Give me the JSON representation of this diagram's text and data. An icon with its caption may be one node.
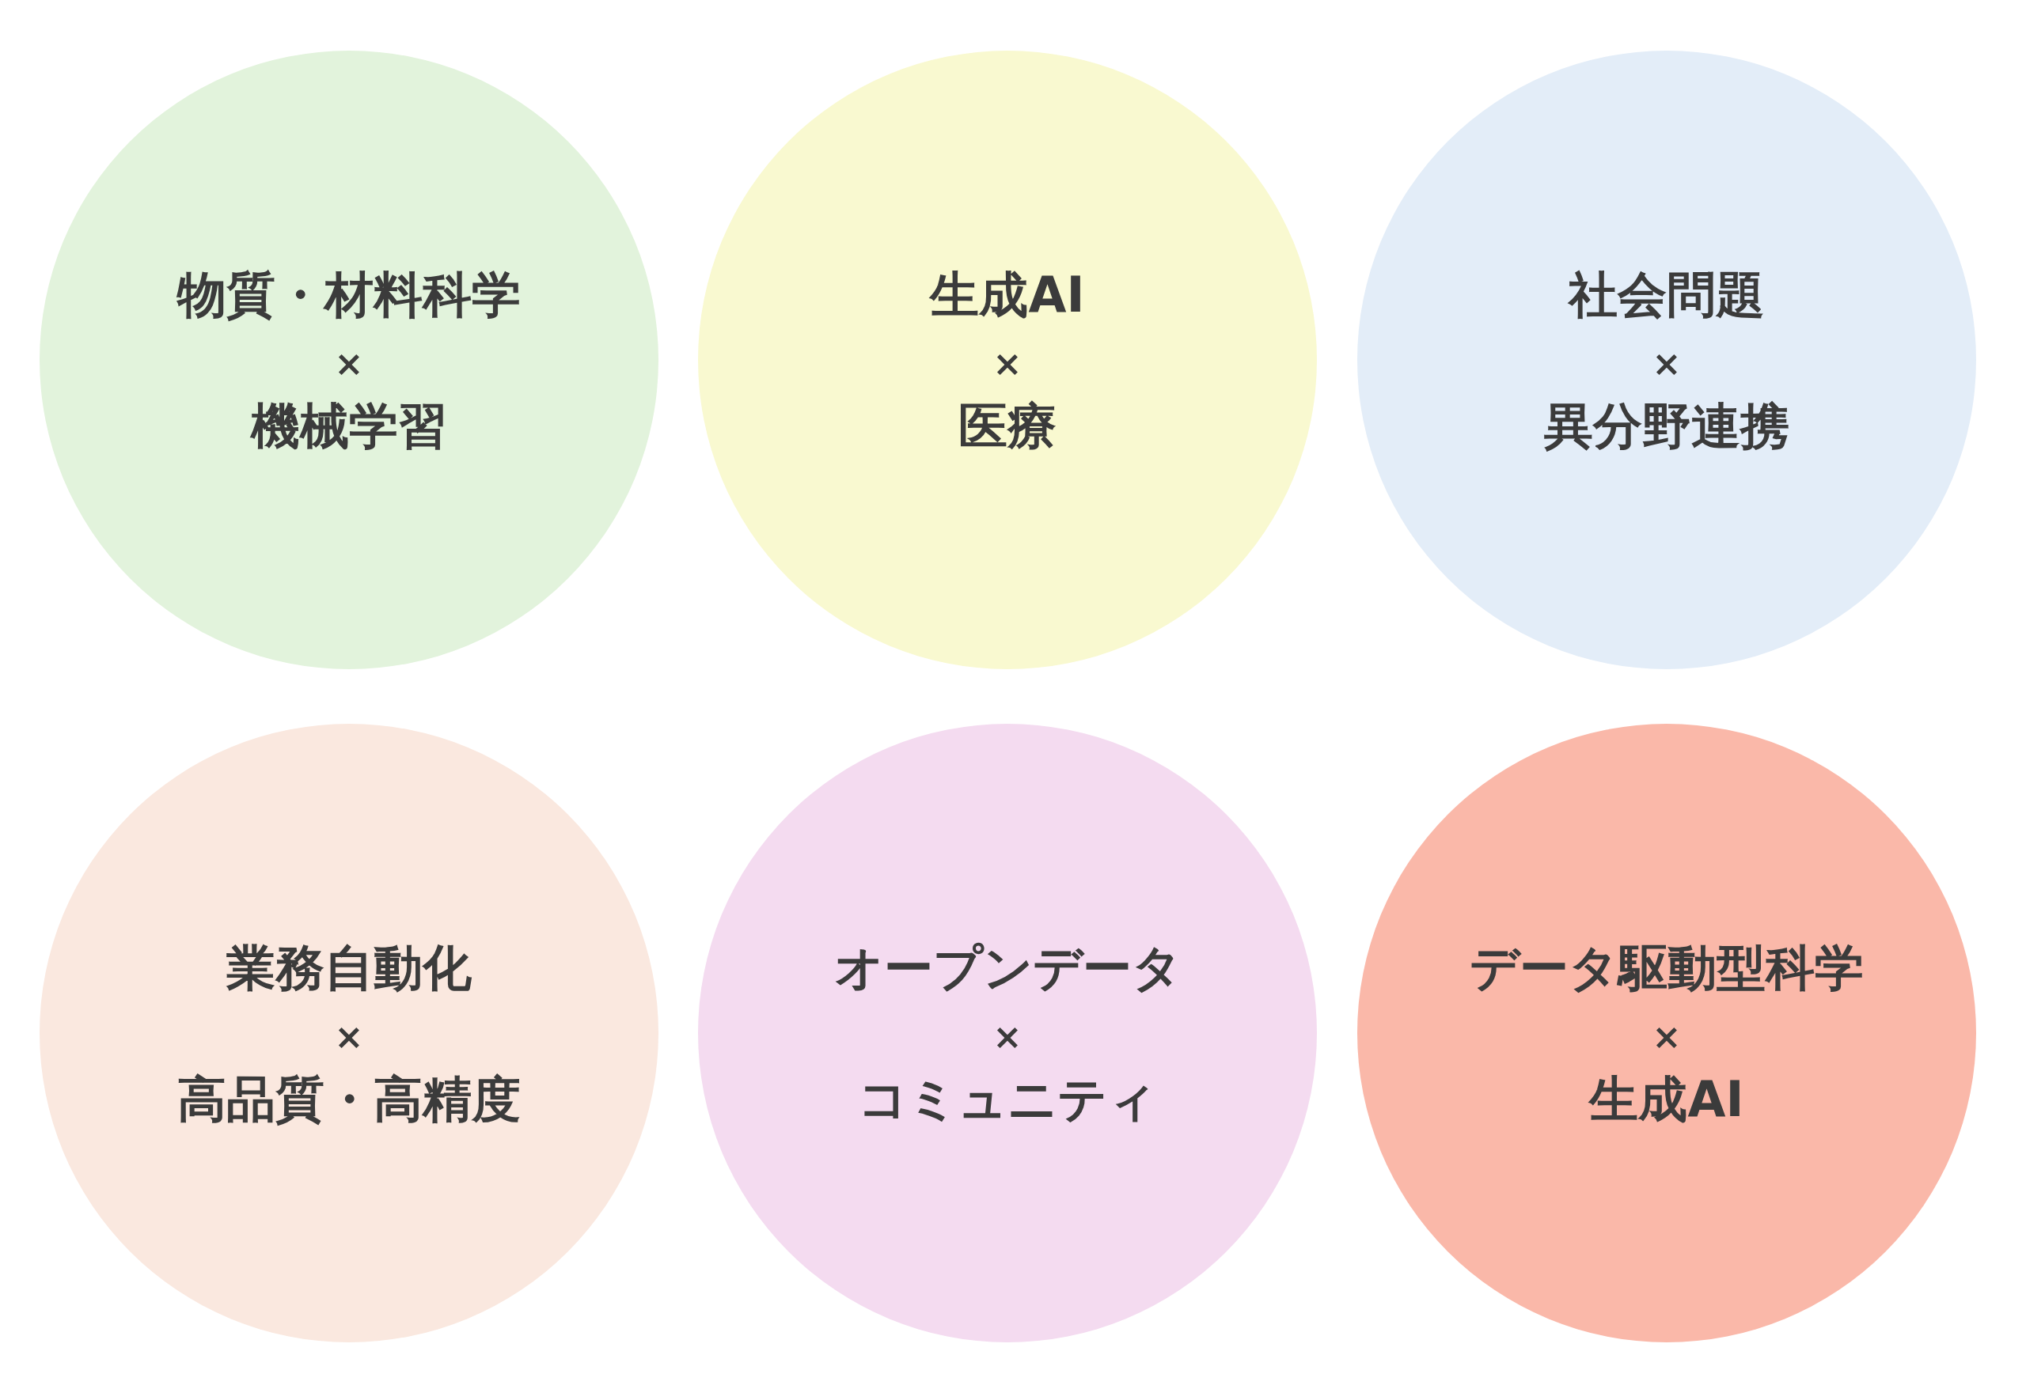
{
  "diagram": {
    "nodes": [
      {
        "text": [
          "物質・材料科学",
          "×",
          "機械学習"
        ]
      },
      {
        "text": [
          "生成AI",
          "×",
          "医療"
        ]
      },
      {
        "text": [
          "社会問題",
          "×",
          "異分野連携"
        ]
      },
      {
        "text": [
          "業務自動化",
          "×",
          "高品質・高精度"
        ]
      },
      {
        "text": [
          "オープンデータ",
          "×",
          "コミュニティ"
        ]
      },
      {
        "text": [
          "データ駆動型科学",
          "×",
          "生成AI"
        ]
      }
    ]
  }
}
